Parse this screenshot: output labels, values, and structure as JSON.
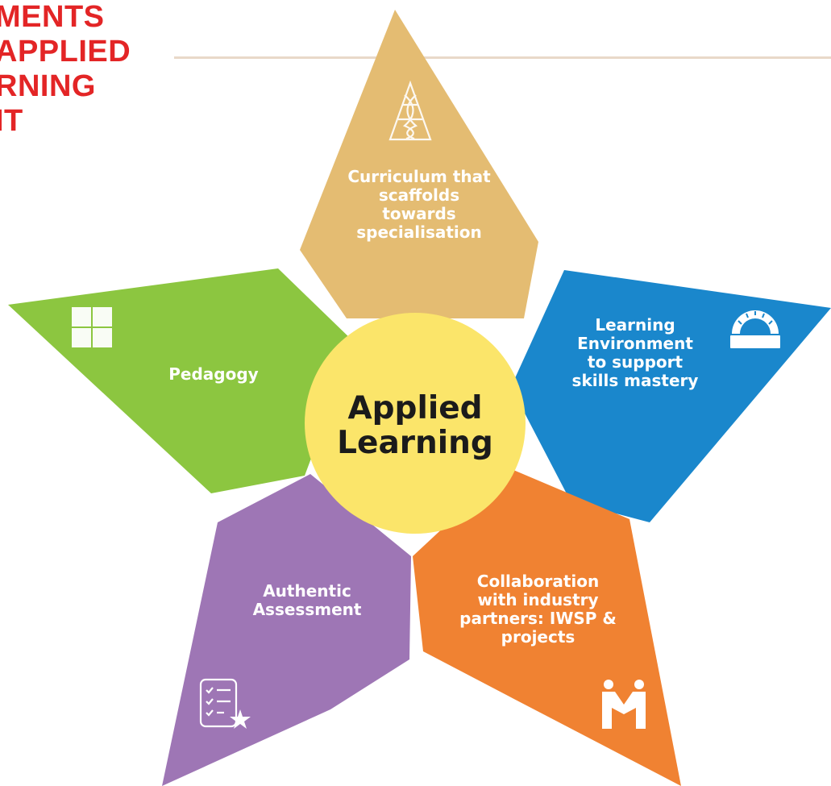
{
  "heading": {
    "lines": [
      "MENTS",
      "APPLIED",
      "RNING",
      "IT"
    ]
  },
  "center": {
    "label": "Applied\nLearning"
  },
  "petals": {
    "curriculum": {
      "label": "Curriculum that scaffolds towards specialisation",
      "color": "#e4bc72",
      "icon": "dna-pyramid-icon"
    },
    "environment": {
      "label": "Learning Environment to support skills mastery",
      "color": "#1a87cc",
      "icon": "gauge-dome-icon"
    },
    "collaboration": {
      "label": "Collaboration with industry partners: IWSP & projects",
      "color": "#f08232",
      "icon": "handshake-people-icon"
    },
    "assessment": {
      "label": "Authentic Assessment",
      "color": "#9e76b5",
      "icon": "checklist-star-icon"
    },
    "pedagogy": {
      "label": "Pedagogy",
      "color": "#8cc640",
      "icon": "grid-window-icon"
    }
  },
  "colors": {
    "heading": "#e32526",
    "center": "#fbe56a",
    "rule": "#e9d9c9"
  }
}
